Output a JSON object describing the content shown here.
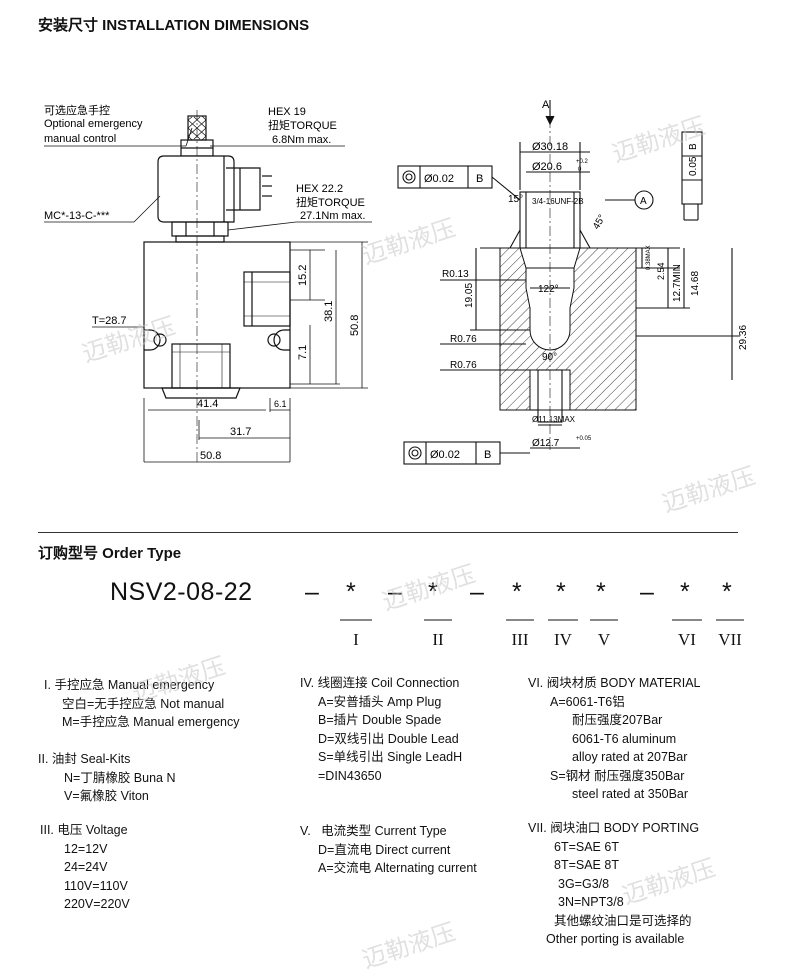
{
  "install": {
    "title": "安装尺寸 INSTALLATION DIMENSIONS",
    "left_drawing": {
      "optional_cn": "可选应急手控",
      "optional_en1": "Optional emergency",
      "optional_en2": "manual control",
      "hex19": "HEX 19",
      "torque19_cn": "扭矩TORQUE",
      "torque19_val": "6.8Nm max.",
      "hex22": "HEX 22.2",
      "torque22_cn": "扭矩TORQUE",
      "torque22_val": "27.1Nm max.",
      "model": "MC*-13-C-***",
      "t_dim": "T=28.7",
      "d152": "15.2",
      "d381": "38.1",
      "d508v": "50.8",
      "d71": "7.1",
      "d414": "41.4",
      "d61": "6.1",
      "d317": "31.7",
      "d508h": "50.8"
    },
    "right_drawing": {
      "a_label": "A",
      "d3018": "Ø30.18",
      "d206": "Ø20.6",
      "tol_02": "+0.2",
      "tol_0": "0",
      "d15": "15°",
      "unf": "3/4-16UNF-2B",
      "d45": "45°",
      "gdt1_val": "Ø0.02",
      "gdt1_ref": "B",
      "circ_a": "A",
      "flat_val": "0.05",
      "flat_ref": "B",
      "r013": "R0.13",
      "d1905": "19.05",
      "d122": "122°",
      "r076a": "R0.76",
      "r076b": "R0.76",
      "d90": "90°",
      "d1113": "Ø11.13MAX",
      "d127": "Ø12.7",
      "tol_005": "+0.05",
      "gdt2_val": "Ø0.02",
      "gdt2_ref": "B",
      "d254": "2.54",
      "d127min": "12.7MIN",
      "d1468": "14.68",
      "d2936": "29.36",
      "d_max": "0.38MAX"
    }
  },
  "order": {
    "title": "订购型号 Order Type",
    "code": "NSV2-08-22",
    "code_rest": [
      "–",
      "*",
      "–",
      "*",
      "–",
      "*",
      "*",
      "*",
      "–",
      "*",
      "*"
    ],
    "numerals": [
      "I",
      "II",
      "III",
      "IV",
      "V",
      "VI",
      "VII"
    ]
  },
  "sections": {
    "s1": {
      "num": "I.",
      "head": "手控应急 Manual emergency",
      "lines": [
        "空白=无手控应急 Not manual",
        "M=手控应急  Manual emergency"
      ]
    },
    "s2": {
      "num": "II.",
      "head": "油封 Seal-Kits",
      "lines": [
        "N=丁腈橡胶 Buna N",
        "V=氟橡胶 Viton"
      ]
    },
    "s3": {
      "num": "III.",
      "head": "电压 Voltage",
      "lines": [
        "12=12V",
        "24=24V",
        "110V=110V",
        "220V=220V"
      ]
    },
    "s4": {
      "num": "IV.",
      "head": "线圈连接 Coil Connection",
      "lines": [
        "A=安普插头  Amp Plug",
        "B=插片  Double  Spade",
        "D=双线引出  Double Lead",
        "S=单线引出  Single LeadH",
        "=DIN43650"
      ]
    },
    "s5": {
      "num": "V.",
      "head": "电流类型 Current Type",
      "lines": [
        "D=直流电  Direct current",
        "A=交流电  Alternating current"
      ]
    },
    "s6": {
      "num": "VI.",
      "head": "阀块材质 BODY MATERIAL",
      "lines": [
        "A=6061-T6铝",
        "耐压强度207Bar",
        "6061-T6 aluminum",
        "alloy rated at 207Bar",
        "S=钢材  耐压强度350Bar",
        "steel rated at 350Bar"
      ]
    },
    "s7": {
      "num": "VII.",
      "head": "阀块油口 BODY PORTING",
      "lines": [
        "6T=SAE 6T",
        "8T=SAE 8T",
        "3G=G3/8",
        "3N=NPT3/8",
        "其他螺纹油口是可选择的",
        "Other porting is available"
      ]
    }
  },
  "watermark": "迈勒液压"
}
